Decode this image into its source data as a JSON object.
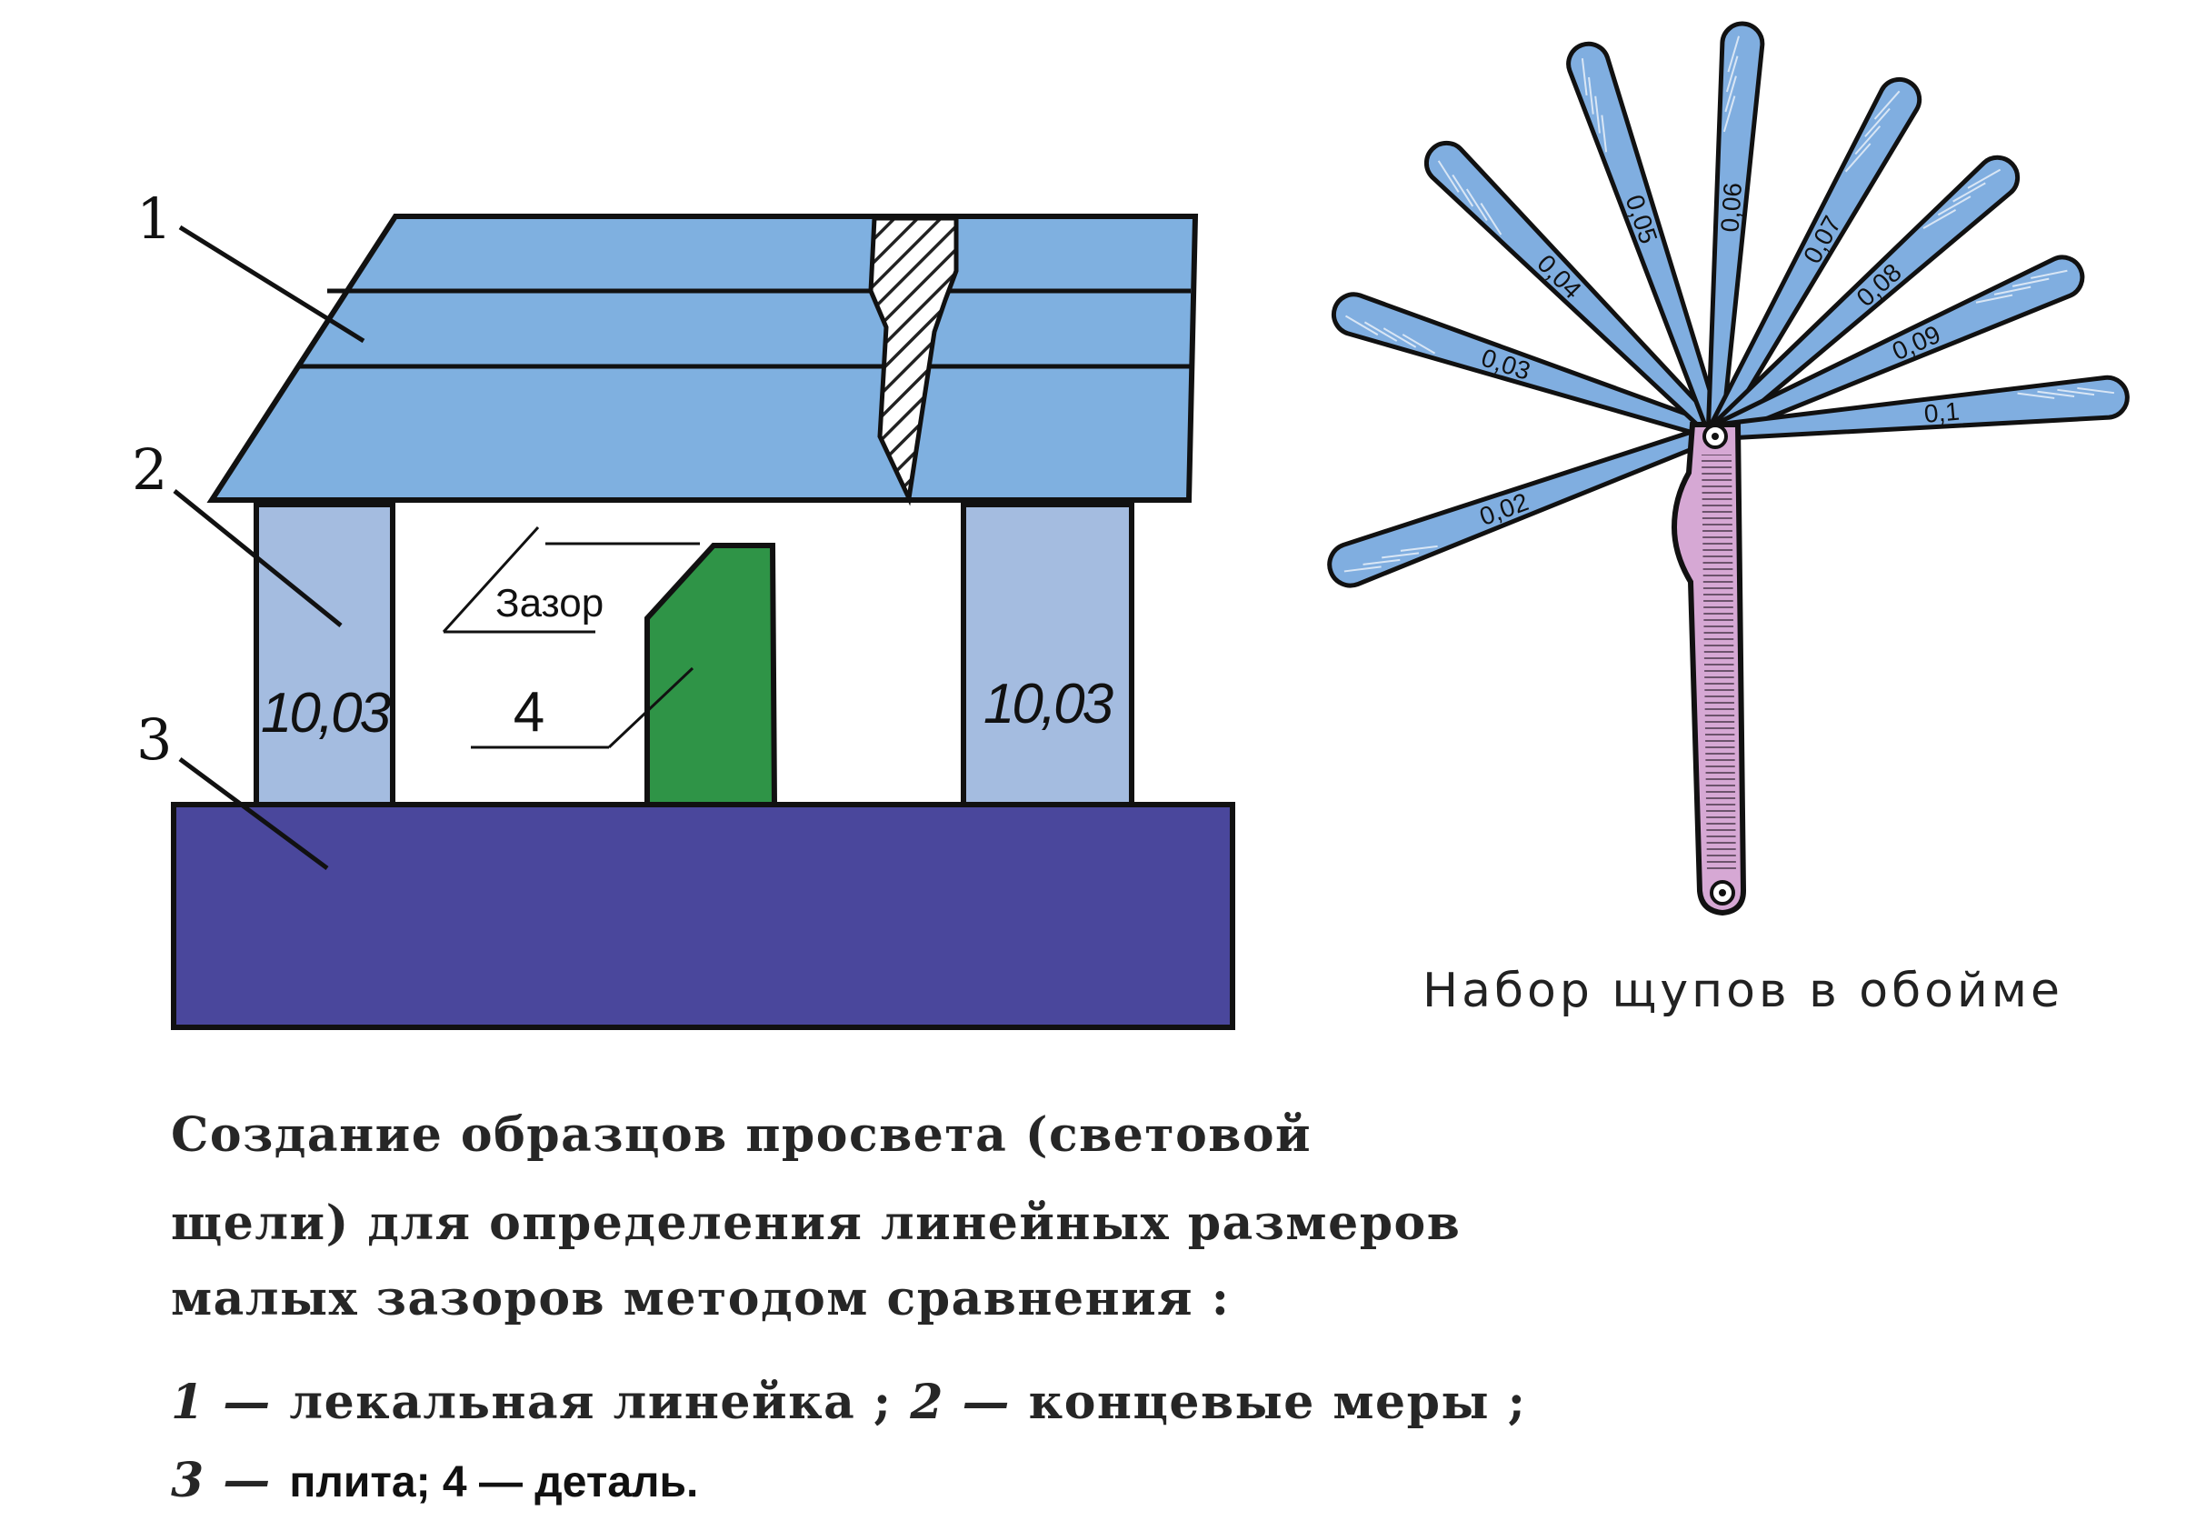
{
  "diagram": {
    "callouts": [
      "1",
      "2",
      "3"
    ],
    "gap_label": "Зазор",
    "part_number": "4",
    "gauge_block_left": "10,03",
    "gauge_block_right": "10,03"
  },
  "feeler_set": {
    "title": "Набор щупов в обойме",
    "blade_labels": [
      "0,02",
      "0,03",
      "0,04",
      "0,05",
      "0,06",
      "0,07",
      "0,08",
      "0,09",
      "0,1"
    ]
  },
  "caption": {
    "lines": [
      "Создание образцов просвета (световой",
      "щели) для определения линейных размеров",
      "малых зазоров методом  сравнения :"
    ],
    "legend": {
      "n1": "1 —",
      "t1": "лекальная линейка ;",
      "n2": "2 —",
      "t2": "концевые меры ;",
      "n3": "3 —",
      "t3": "плита;  4 — деталь."
    }
  },
  "colors": {
    "ruler": "#7fb0e0",
    "gauge_block": "#a4bce0",
    "plate": "#4a479c",
    "part": "#2f9447",
    "feeler": "#80aee0",
    "holder": "#d6a8d4"
  }
}
